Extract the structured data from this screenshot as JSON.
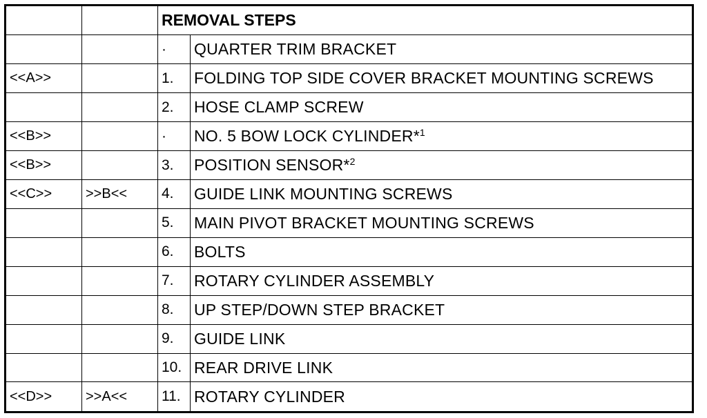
{
  "header": {
    "title": "REMOVAL STEPS"
  },
  "rows": [
    {
      "remove_ref": "",
      "install_ref": "",
      "num": "·",
      "desc": "QUARTER TRIM BRACKET",
      "note": ""
    },
    {
      "remove_ref": "<<A>>",
      "install_ref": "",
      "num": "1.",
      "desc": "FOLDING TOP SIDE COVER BRACKET MOUNTING SCREWS",
      "note": ""
    },
    {
      "remove_ref": "",
      "install_ref": "",
      "num": "2.",
      "desc": "HOSE CLAMP SCREW",
      "note": ""
    },
    {
      "remove_ref": "<<B>>",
      "install_ref": "",
      "num": "·",
      "desc": "NO. 5 BOW LOCK CYLINDER*",
      "note": "1"
    },
    {
      "remove_ref": "<<B>>",
      "install_ref": "",
      "num": "3.",
      "desc": "POSITION SENSOR*",
      "note": "2"
    },
    {
      "remove_ref": "<<C>>",
      "install_ref": ">>B<<",
      "num": "4.",
      "desc": "GUIDE LINK MOUNTING SCREWS",
      "note": ""
    },
    {
      "remove_ref": "",
      "install_ref": "",
      "num": "5.",
      "desc": "MAIN PIVOT BRACKET MOUNTING SCREWS",
      "note": ""
    },
    {
      "remove_ref": "",
      "install_ref": "",
      "num": "6.",
      "desc": "BOLTS",
      "note": ""
    },
    {
      "remove_ref": "",
      "install_ref": "",
      "num": "7.",
      "desc": "ROTARY CYLINDER ASSEMBLY",
      "note": ""
    },
    {
      "remove_ref": "",
      "install_ref": "",
      "num": "8.",
      "desc": "UP STEP/DOWN STEP BRACKET",
      "note": ""
    },
    {
      "remove_ref": "",
      "install_ref": "",
      "num": "9.",
      "desc": "GUIDE LINK",
      "note": ""
    },
    {
      "remove_ref": "",
      "install_ref": "",
      "num": "10.",
      "desc": "REAR DRIVE LINK",
      "note": ""
    },
    {
      "remove_ref": "<<D>>",
      "install_ref": ">>A<<",
      "num": "11.",
      "desc": "ROTARY CYLINDER",
      "note": ""
    }
  ]
}
